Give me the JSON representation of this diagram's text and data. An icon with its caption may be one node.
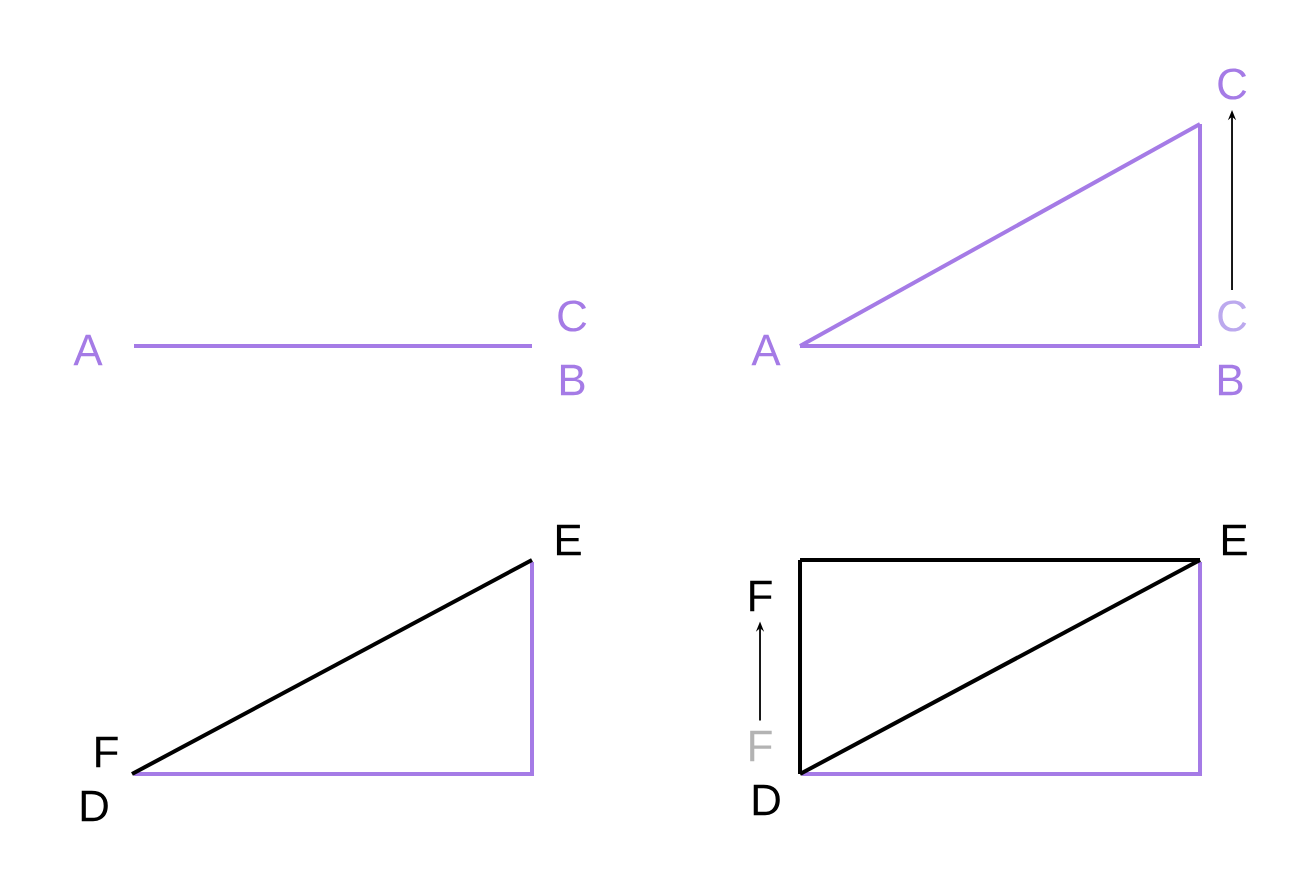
{
  "diagram": {
    "nodes": [
      {
        "text": [
          "A"
        ]
      },
      {
        "text": [
          "C"
        ]
      },
      {
        "text": [
          "B"
        ]
      },
      {
        "text": [
          "C"
        ]
      },
      {
        "text": [
          "A"
        ]
      },
      {
        "text": [
          "C"
        ]
      },
      {
        "text": [
          "B"
        ]
      },
      {
        "text": [
          "E"
        ]
      },
      {
        "text": [
          "F"
        ]
      },
      {
        "text": [
          "E"
        ]
      },
      {
        "text": [
          "F"
        ]
      },
      {
        "text": [
          "F"
        ]
      },
      {
        "text": [
          "D"
        ]
      },
      {
        "text": [
          "D"
        ]
      }
    ],
    "edges": [
      {
        "from": 0,
        "to": 2,
        "arrow": "none"
      },
      {
        "from": 4,
        "to": 3,
        "arrow": "none"
      },
      {
        "from": 4,
        "to": 6,
        "arrow": "none"
      },
      {
        "from": 6,
        "to": 3,
        "arrow": "none"
      },
      {
        "from": 5,
        "to": 3,
        "arrow": "to",
        "color": "#000000"
      },
      {
        "from": 12,
        "to": 7,
        "arrow": "none"
      },
      {
        "from": 10,
        "to": 7,
        "arrow": "none",
        "color": "#000000"
      },
      {
        "from": 13,
        "to": 9,
        "arrow": "none"
      },
      {
        "from": 8,
        "to": 9,
        "arrow": "none",
        "color": "#000000"
      },
      {
        "from": 13,
        "to": 8,
        "arrow": "none",
        "color": "#000000"
      },
      {
        "from": 13,
        "to": 9,
        "arrow": "none",
        "color": "#000000"
      },
      {
        "from": 11,
        "to": 8,
        "arrow": "to",
        "color": "#000000"
      }
    ]
  }
}
